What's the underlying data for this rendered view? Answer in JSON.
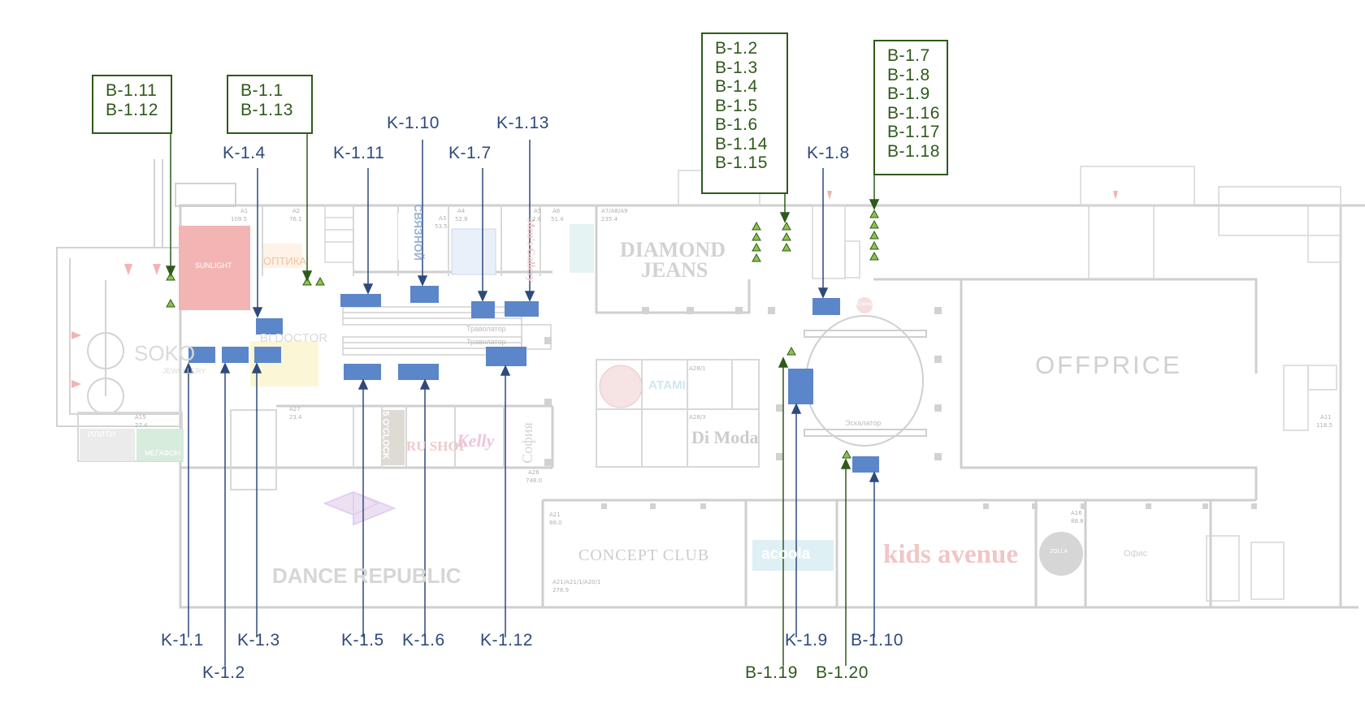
{
  "map": {
    "kiosk_color": "#5b86c9",
    "kiosk_label_color": "#2e4a7d",
    "stand_color": "#2e5a1a",
    "stand_marker_fill": "#8bc34a",
    "wall_color": "#cfcfcf"
  },
  "kiosk_labels": {
    "k1_1": "K-1.1",
    "k1_2": "K-1.2",
    "k1_3": "K-1.3",
    "k1_4": "K-1.4",
    "k1_5": "K-1.5",
    "k1_6": "K-1.6",
    "k1_7": "K-1.7",
    "k1_8": "K-1.8",
    "k1_9": "K-1.9",
    "k1_10": "K-1.10",
    "k1_11": "K-1.11",
    "k1_12": "K-1.12",
    "k1_13": "K-1.13",
    "b1_10": "B-1.10"
  },
  "stand_groups": {
    "g1": [
      "B-1.11",
      "B-1.12"
    ],
    "g2": [
      "B-1.1",
      "B-1.13"
    ],
    "g3": [
      "B-1.2",
      "B-1.3",
      "B-1.4",
      "B-1.5",
      "B-1.6",
      "B-1.14",
      "B-1.15"
    ],
    "g4": [
      "B-1.7",
      "B-1.8",
      "B-1.9",
      "B-1.16",
      "B-1.17",
      "B-1.18"
    ]
  },
  "stand_labels": {
    "b1_19": "B-1.19",
    "b1_20": "B-1.20"
  },
  "stores": {
    "diamond_jeans_1": "DIAMOND",
    "diamond_jeans_2": "JEANS",
    "offprice": "OFFPRICE",
    "concept_club": "CONCEPT CLUB",
    "kids_avenue": "kids avenue",
    "dance_republic": "DANCE REPUBLIC",
    "di_moda": "Di Moda",
    "sunlight": "SUNLIGHT",
    "soko": "SOKO",
    "jewellery": "JEWELLERY",
    "optika": "ОПТИКА",
    "svyaznoy": "СВЯЗНОЙ",
    "mens_gallery": "Men's Gallery",
    "ru_shop": "RU SHOP",
    "kelly": "Kelly",
    "sofia": "София",
    "oclock": "5 O'CLOCK",
    "megafon": "МЕГАФОН",
    "iliti": "ИЛИТИ",
    "acoola": "acoola",
    "office": "Офис",
    "escalator": "Эскалатор",
    "travolator_1": "Траволатор",
    "travolator_2": "Траволатор",
    "atami": "АТАМІ",
    "zolla": "ZOLLA",
    "bi_doctor": "BI DOCTOR",
    "snegiri": "Снегири"
  },
  "areas": {
    "a1": "A1",
    "a1_size": "109.5",
    "a2": "A2",
    "a2_size": "76.1",
    "a3": "A3",
    "a3_size": "53.5",
    "a4": "A4",
    "a4_size": "52.8",
    "a5": "A5",
    "a5_size": "2.6",
    "a6": "A6",
    "a6_size": "51.4",
    "a7": "A7/A8/A9",
    "a7_size": "235.4",
    "a11": "A11",
    "a11_size": "118.5",
    "a16": "A16",
    "a16_size": "88.8",
    "a21": "A21",
    "a21_size": "88.0",
    "a21_1": "A21/A21/1/A20/1",
    "a21_1_size": "278.9",
    "a25": "A26",
    "a25_size": "748.0",
    "a27": "A27",
    "a27_size": "23.4",
    "a28_1": "A28/1",
    "a28_3": "A28/3",
    "a15": "A15",
    "a15_size": "27.4"
  }
}
